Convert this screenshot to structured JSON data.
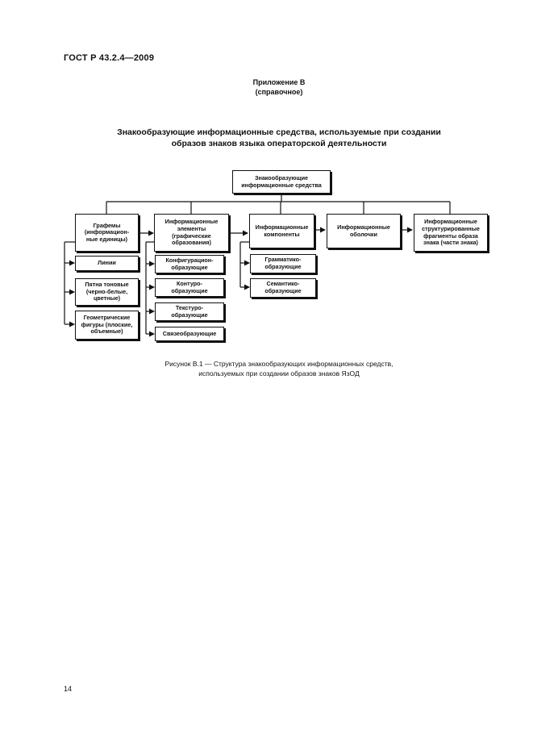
{
  "header": {
    "doc_code": "ГОСТ Р 43.2.4—2009",
    "annex_label": "Приложение В",
    "annex_status": "(справочное)",
    "section_title_line1": "Знакообразующие информационные средства, используемые при создании",
    "section_title_line2": "образов знаков языка операторской деятельности"
  },
  "diagram": {
    "root": "Знакообразующие\nинформационные средства",
    "graphemes": "Графемы\n(информацион-\nные единицы)",
    "graphemes_children": {
      "lines": "Линии",
      "spots": "Пятна тоновые\n(черно-белые,\nцветные)",
      "figures": "Геометрические\nфигуры (плоские,\nобъемные)"
    },
    "info_elements": "Информационные\nэлементы\n(графические\nобразования)",
    "info_elements_children": {
      "configuration": "Конфигурацион-\nобразующие",
      "contour": "Контуро-\nобразующие",
      "texture": "Текстуро-\nобразующие",
      "link": "Связеобразующие"
    },
    "info_components": "Информационные\nкомпоненты",
    "info_components_children": {
      "grammatical": "Грамматико-\nобразующие",
      "semantic": "Семантико-\nобразующие"
    },
    "info_shells": "Информационные\nоболочки",
    "structured_fragments": "Информационные\nструктурированные\nфрагменты образа\nзнака (части знака)"
  },
  "figure": {
    "caption_line1": "Рисунок  В.1 — Структура знакообразующих информационных средств,",
    "caption_line2": "используемых при создании образов знаков ЯзОД"
  },
  "footer": {
    "page_number": "14"
  }
}
